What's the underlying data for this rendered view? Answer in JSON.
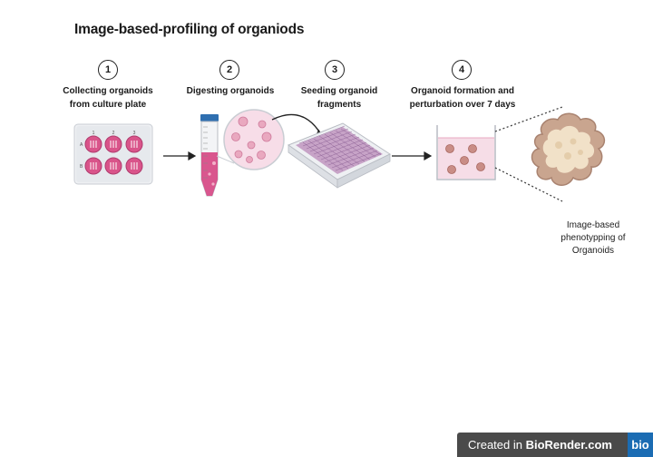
{
  "title": "Image-based-profiling of organiods",
  "steps": [
    {
      "number": "1",
      "label": "Collecting organoids\nfrom culture plate"
    },
    {
      "number": "2",
      "label": "Digesting organoids"
    },
    {
      "number": "3",
      "label": "Seeding organoid\nfragments"
    },
    {
      "number": "4",
      "label": "Organoid formation and\nperturbation over 7 days"
    }
  ],
  "plate_labels": {
    "columns": [
      "1",
      "2",
      "3"
    ],
    "rows": [
      "A",
      "B"
    ]
  },
  "caption": "Image-based\nphenotypping of\nOrganoids",
  "badge": {
    "prefix": "Created in ",
    "brand": "BioRender.com",
    "logo": "bio"
  },
  "colors": {
    "well": "#d9548a",
    "organoid": "#c08a80",
    "plate": "#e9ecef",
    "accent_badge": "#1b6cb3"
  }
}
